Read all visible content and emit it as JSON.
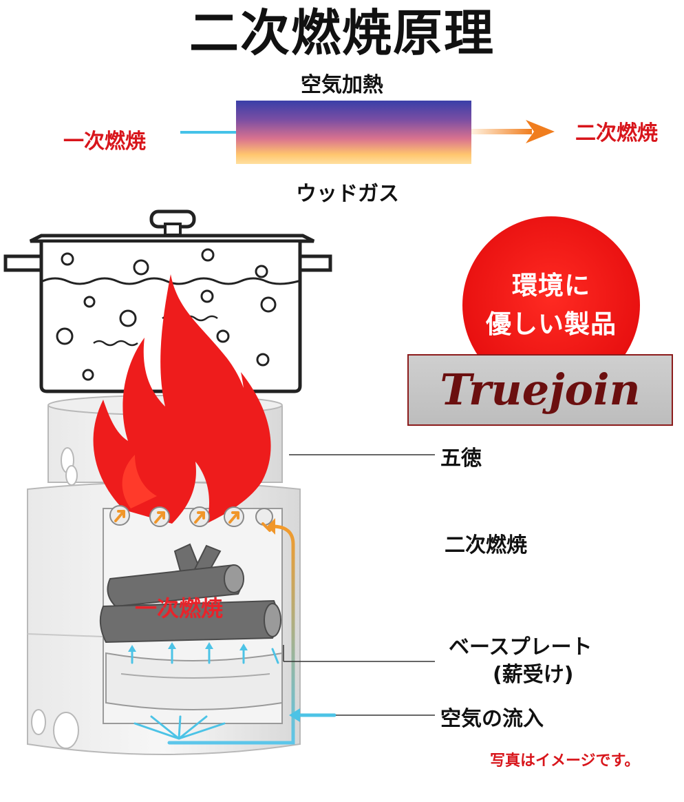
{
  "title": "二次燃焼原理",
  "flow": {
    "top_label": "空気加熱",
    "bottom_label": "ウッドガス",
    "left_label": "一次燃焼",
    "right_label": "二次燃焼"
  },
  "badge": {
    "line1": "環境に",
    "line2": "優しい製品"
  },
  "brand": "Truejoin",
  "callouts": {
    "gotoku": "五徳",
    "secondary": "二次燃焼",
    "base_plate": "ベースプレート",
    "base_plate_sub": "(薪受け)",
    "air_inflow": "空気の流入"
  },
  "inner_label": "一次燃焼",
  "note": "写真はイメージです。",
  "colors": {
    "red": "#d8151b",
    "flame": "#ee1c1c",
    "air_arrow": "#4cc3e6",
    "heated_arrow": "#f0962a",
    "brand": "#6b0f0f"
  }
}
